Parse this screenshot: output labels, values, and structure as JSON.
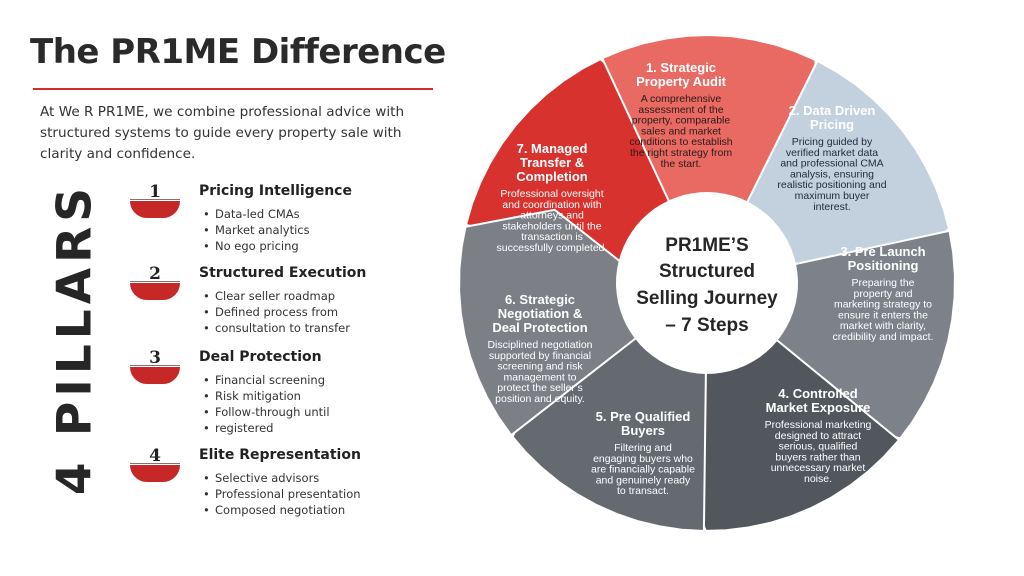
{
  "title": "The PR1ME Difference",
  "intro": "At We R PR1ME, we combine professional advice with structured systems to guide every property sale with clarity and confidence.",
  "vertical_label": "4 PILLARS",
  "colors": {
    "accent_red": "#c62828",
    "dark": "#2a2a2a"
  },
  "pillars": [
    {
      "num": "1",
      "title": "Pricing Intelligence",
      "items": [
        "Data-led CMAs",
        "Market analytics",
        "No ego pricing"
      ]
    },
    {
      "num": "2",
      "title": "Structured Execution",
      "items": [
        "Clear seller roadmap",
        "Defined process from",
        "consultation to transfer"
      ]
    },
    {
      "num": "3",
      "title": "Deal Protection",
      "items": [
        "Financial screening",
        "Risk mitigation",
        "Follow-through until",
        "registered"
      ]
    },
    {
      "num": "4",
      "title": "Elite Representation",
      "items": [
        "Selective advisors",
        "Professional presentation",
        "Composed negotiation"
      ]
    }
  ],
  "center": {
    "lines": [
      "PR1ME’S",
      "Structured",
      "Selling Journey",
      "– 7 Steps"
    ]
  },
  "steps": [
    {
      "title": [
        "1. Strategic",
        "Property Audit"
      ],
      "desc": [
        "A comprehensive",
        "assessment of the",
        "property, comparable",
        "sales and market",
        "conditions to establish",
        "the right strategy from",
        "the start."
      ]
    },
    {
      "title": [
        "2. Data Driven",
        "Pricing"
      ],
      "desc": [
        "Pricing guided by",
        "verified market data",
        "and professional CMA",
        "analysis, ensuring",
        "realistic positioning and",
        "maximum buyer",
        "interest."
      ]
    },
    {
      "title": [
        "3. Pre Launch",
        "Positioning"
      ],
      "desc": [
        "Preparing the",
        "property and",
        "marketing strategy to",
        "ensure it enters the",
        "market with clarity,",
        "credibility and impact."
      ]
    },
    {
      "title": [
        "4. Controlled",
        "Market Exposure"
      ],
      "desc": [
        "Professional marketing",
        "designed to attract",
        "serious, qualified",
        "buyers rather than",
        "unnecessary market",
        "noise."
      ]
    },
    {
      "title": [
        "5. Pre Qualified",
        "Buyers"
      ],
      "desc": [
        "Filtering and",
        "engaging buyers who",
        "are financially capable",
        "and genuinely ready",
        "to transact."
      ]
    },
    {
      "title": [
        "6. Strategic",
        "Negotiation &",
        "Deal Protection"
      ],
      "desc": [
        "Disciplined negotiation",
        "supported by financial",
        "screening and risk",
        "management to",
        "protect the seller’s",
        "position and equity."
      ]
    },
    {
      "title": [
        "7. Managed",
        "Transfer &",
        "Completion"
      ],
      "desc": [
        "Professional oversight",
        "and coordination with",
        "attorneys and",
        "stakeholders until the",
        "transaction is",
        "successfully completed."
      ]
    }
  ]
}
